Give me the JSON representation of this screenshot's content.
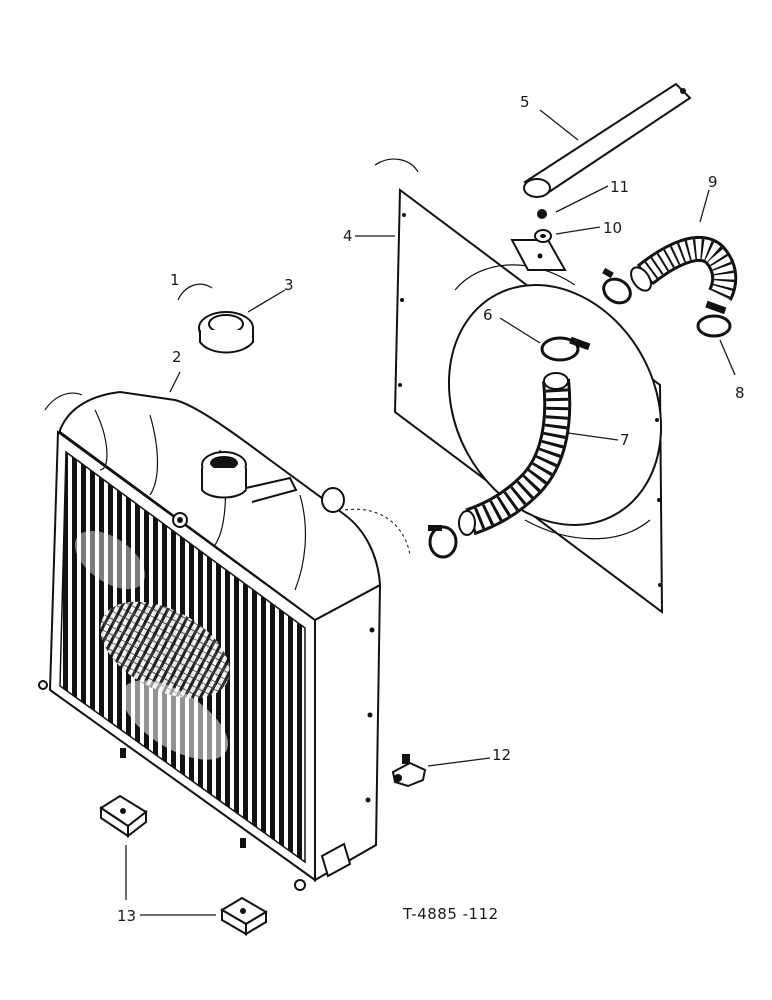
{
  "figure_id": "T-4885 -112",
  "callouts": {
    "c1": "1",
    "c2": "2",
    "c3": "3",
    "c4": "4",
    "c5": "5",
    "c6": "6",
    "c7": "7",
    "c8": "8",
    "c9": "9",
    "c10": "10",
    "c11": "11",
    "c12": "12",
    "c13": "13"
  }
}
